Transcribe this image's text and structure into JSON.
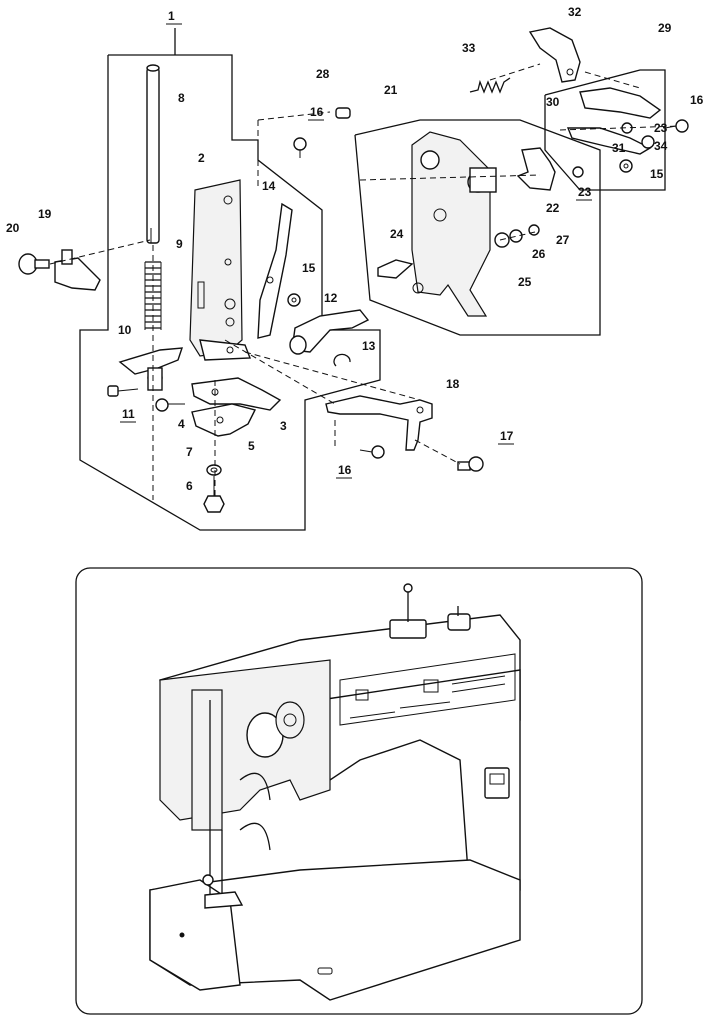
{
  "diagram": {
    "callouts": {
      "c1": "1",
      "c2": "2",
      "c3": "3",
      "c4": "4",
      "c5": "5",
      "c6": "6",
      "c7": "7",
      "c8": "8",
      "c9": "9",
      "c10": "10",
      "c11": "11",
      "c12": "12",
      "c13": "13",
      "c14": "14",
      "c15a": "15",
      "c15b": "15",
      "c16a": "16",
      "c16b": "16",
      "c16c": "16",
      "c17": "17",
      "c18": "18",
      "c19": "19",
      "c20": "20",
      "c21": "21",
      "c22": "22",
      "c23a": "23",
      "c23b": "23",
      "c24": "24",
      "c25": "25",
      "c26": "26",
      "c27": "27",
      "c28": "28",
      "c29": "29",
      "c30": "30",
      "c31": "31",
      "c32": "32",
      "c33": "33",
      "c34": "34"
    }
  }
}
